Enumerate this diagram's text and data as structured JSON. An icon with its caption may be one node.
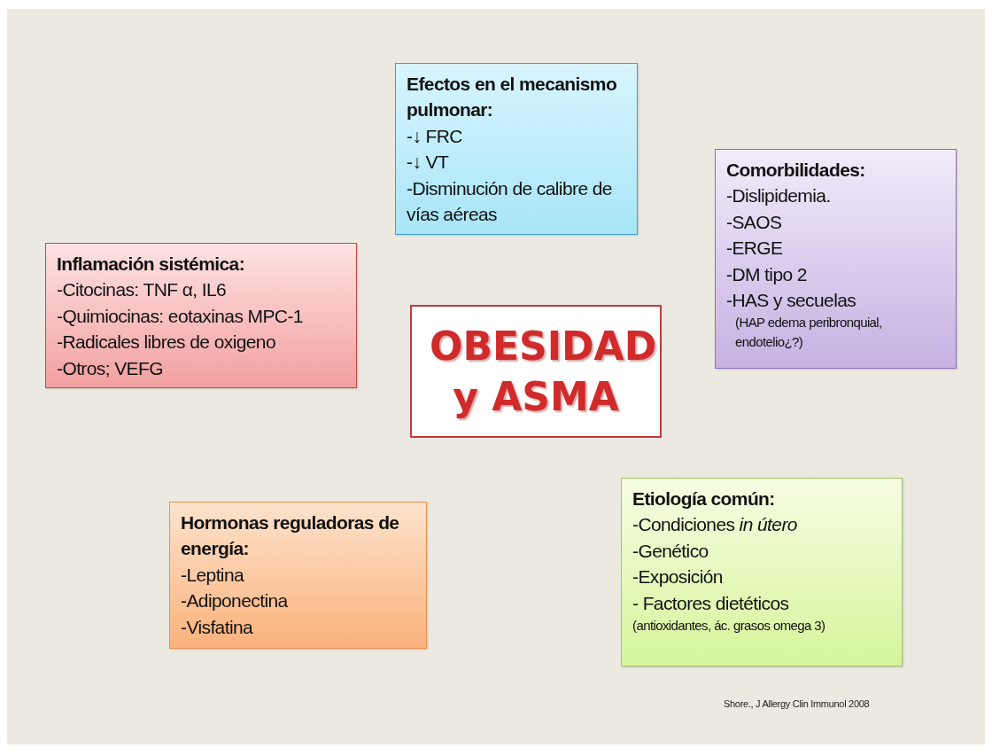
{
  "diagram": {
    "nodes": [
      {
        "text": [
          "Efectos en el mecanismo pulmonar:",
          "-↓  FRC",
          "-↓  VT",
          "-Disminución de calibre de vías aéreas"
        ]
      },
      {
        "text": [
          "Comorbilidades:",
          "-Dislipidemia.",
          "-SAOS",
          "-ERGE",
          "-DM tipo 2",
          "-HAS y secuelas",
          "(HAP edema peribronquial, endotelio¿?)"
        ]
      },
      {
        "text": [
          "Inflamación sistémica:",
          "-Citocinas: TNF α, IL6",
          "-Quimiocinas: eotaxinas  MPC-1",
          "-Radicales libres de oxigeno",
          "-Otros; VEFG"
        ]
      },
      {
        "text": [
          "OBESIDAD y ASMA"
        ]
      },
      {
        "text": [
          "Hormonas reguladoras de energía:",
          "-Leptina",
          "-Adiponectina",
          "-Visfatina"
        ]
      },
      {
        "text": [
          "Etiología común:",
          "-Condiciones *in útero*",
          "-Genético",
          "-Exposición",
          "- Factores dietéticos",
          "(antioxidantes, ác. grasos omega 3)"
        ]
      }
    ],
    "labels": [
      "Shore., J Allergy Clin Immunol 2008"
    ]
  }
}
